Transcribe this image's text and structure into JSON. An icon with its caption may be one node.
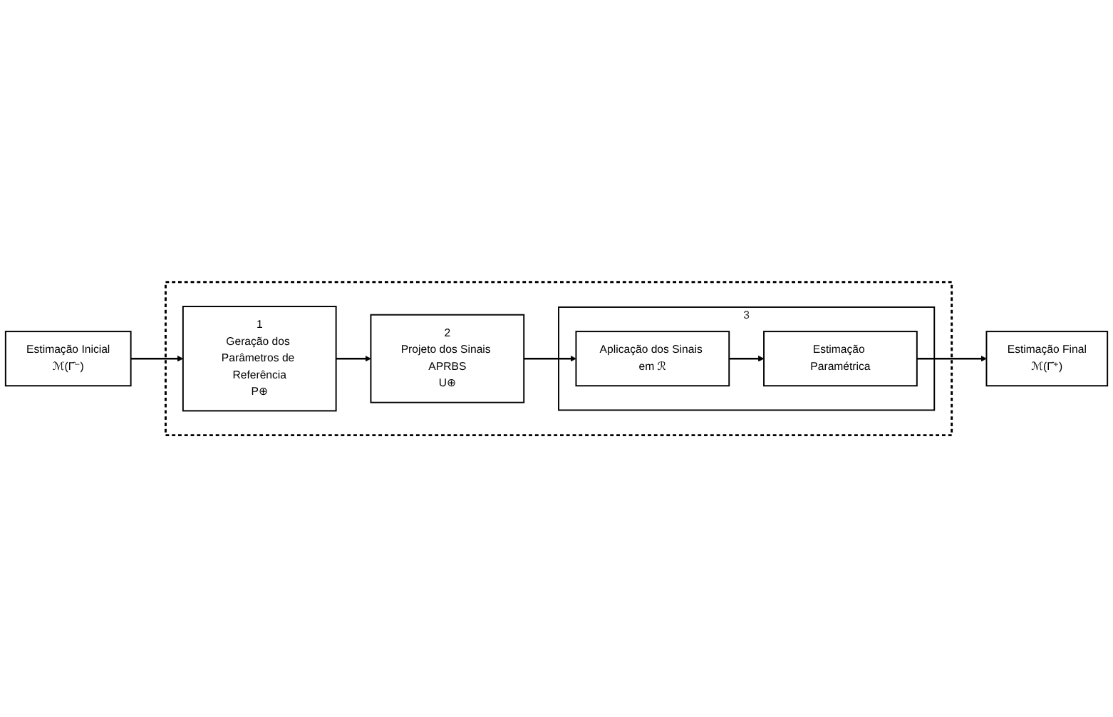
{
  "diagram": {
    "nodes": [
      {
        "text": [
          "Estimação Inicial",
          "ℳ(Γ̂⁻)"
        ]
      },
      {
        "text": [],
        "shape": "box"
      },
      {
        "text": [
          "1",
          "Geração dos Parâmetros de Referência",
          "P⊕"
        ],
        "in": 1
      },
      {
        "text": [
          "2",
          "Projeto dos Sinais APRBS",
          "U⊕"
        ],
        "in": 1
      },
      {
        "text": [
          "Estimação Final",
          "ℳ(Γ̂⁺)"
        ]
      },
      {
        "text": [
          "3"
        ],
        "in": 1
      },
      {
        "text": [
          "Estimação Paramétrica"
        ],
        "in": 5
      },
      {
        "text": [
          "Aplicação dos Sinais em ℛ"
        ],
        "in": 5
      }
    ],
    "edges": [
      {
        "from": 0,
        "to": 2,
        "arrow": "to"
      },
      {
        "from": 2,
        "to": 3,
        "arrow": "to"
      },
      {
        "from": 3,
        "to": 7,
        "arrow": "to"
      },
      {
        "from": 7,
        "to": 6,
        "arrow": "to"
      },
      {
        "from": 6,
        "to": 4,
        "arrow": "to"
      }
    ]
  }
}
